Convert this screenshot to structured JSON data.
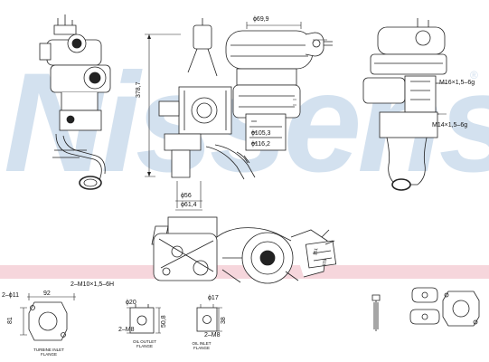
{
  "watermark": {
    "brand": "Nissens",
    "registered_mark": "®"
  },
  "dims": {
    "top_compressor_dia": "ϕ69,9",
    "height": "378,7",
    "dia_105": "ϕ105,3",
    "dia_116": "ϕ116,2",
    "dia_56": "ϕ56",
    "dia_61": "ϕ61,4",
    "thread_m16": "M16×1,5–6g",
    "thread_m14": "M14×1,5–6g",
    "stud_bolts": "2–M10×1,5–6H",
    "hole_11": "2–ϕ11",
    "width_92": "92",
    "height_81": "81",
    "dia_20": "ϕ20",
    "m8_left": "2–M8",
    "h_50": "50,8",
    "dia_17": "ϕ17",
    "h_38": "38",
    "m8_right": "2–M8",
    "label_plate_top": "151",
    "label_plate_bottom": "378"
  },
  "captions": {
    "turbine": [
      "TURBINE INLET",
      "FLANGE"
    ],
    "oil_outlet": [
      "OIL OUTLET",
      "FLANGE"
    ],
    "oil_inlet": [
      "OIL INLET",
      "FLANGE"
    ]
  },
  "colors": {
    "watermark": "#d3e1ef",
    "band": "#f6d6dc",
    "ink": "#111111"
  }
}
